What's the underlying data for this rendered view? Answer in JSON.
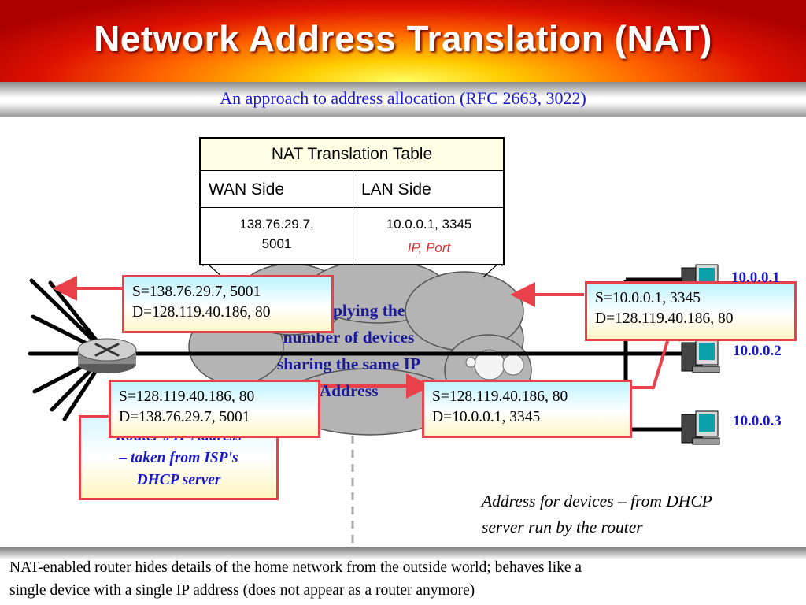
{
  "title": "Network Address Translation (NAT)",
  "subtitle": "An approach to address allocation (RFC 2663, 3022)",
  "nat_table": {
    "title": "NAT Translation Table",
    "headers": [
      "WAN Side",
      "LAN Side"
    ],
    "rows": [
      {
        "wan_line1": "138.76.29.7,",
        "wan_line2": "5001",
        "lan": "10.0.0.1, 3345",
        "lan_note": "IP, Port"
      }
    ]
  },
  "packets": {
    "outgoing_wan": {
      "src": "S=138.76.29.7, 5001",
      "dst": "D=128.119.40.186, 80"
    },
    "outgoing_lan": {
      "src": "S=10.0.0.1, 3345",
      "dst": "D=128.119.40.186, 80"
    },
    "incoming_wan": {
      "src": "S=128.119.40.186, 80",
      "dst": "D=138.76.29.7, 5001"
    },
    "incoming_lan": {
      "src": "S=128.119.40.186, 80",
      "dst": "D=10.0.0.1, 3345"
    }
  },
  "cloud_text": [
    "Multiplying the",
    "number of devices",
    "sharing the same IP",
    "Address"
  ],
  "router_note": [
    "Router's IP Address",
    "– taken from ISP's",
    "DHCP server"
  ],
  "hosts": [
    {
      "ip": "10.0.0.1"
    },
    {
      "ip": "10.0.0.2"
    },
    {
      "ip": "10.0.0.3"
    }
  ],
  "dhcp_note": [
    "Address for devices – from DHCP",
    "server run by the router"
  ],
  "footer": [
    "NAT-enabled router hides details of the home network from the outside world; behaves like a",
    "single device with a single IP address (does not appear as a router anymore)"
  ],
  "colors": {
    "accent_red": "#e8414a",
    "blue_text": "#1a1acc",
    "cloud_gray": "#b4b4b4"
  },
  "icons": [
    "router-icon",
    "computer-icon",
    "cloud-shape"
  ]
}
